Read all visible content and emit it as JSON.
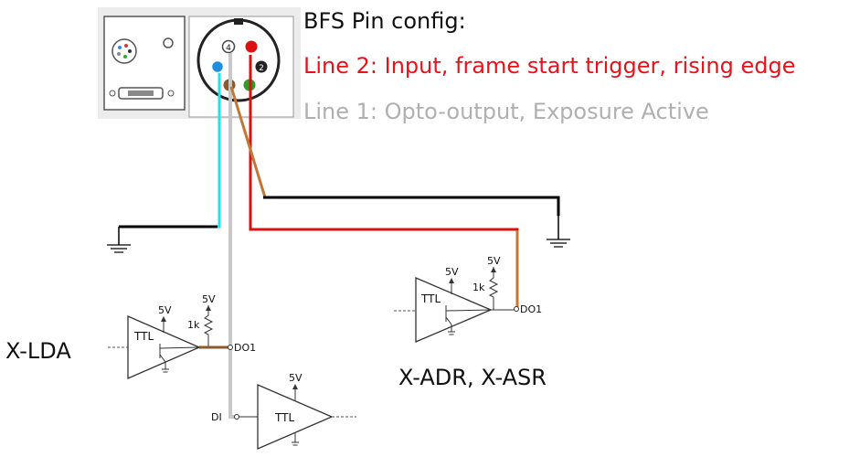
{
  "config": {
    "title": "BFS Pin config:",
    "line2": "Line 2: Input, frame start trigger, rising edge",
    "line1": "Line 1: Opto-output, Exposure Active"
  },
  "labels": {
    "x_lda": "X-LDA",
    "x_adr_asr": "X-ADR, X-ASR"
  },
  "circuit_left": {
    "ttl": "TTL",
    "supply_buffer": "5V",
    "supply_pullup": "5V",
    "resistor": "1k",
    "output": "DO1"
  },
  "circuit_right": {
    "ttl": "TTL",
    "supply_buffer": "5V",
    "supply_pullup": "5V",
    "resistor": "1k",
    "output": "DO1"
  },
  "circuit_input": {
    "ttl": "TTL",
    "supply": "5V",
    "input": "DI"
  },
  "connector": {
    "pin_top": "4",
    "pin_right": "2"
  },
  "colors": {
    "line2": "#e8121c",
    "line1": "#b0b0b0",
    "wire_red": "#dd1010",
    "wire_cyan": "#22e0ee",
    "wire_brown": "#c07838",
    "wire_gray": "#c8c8c8",
    "wire_black": "#000000"
  }
}
